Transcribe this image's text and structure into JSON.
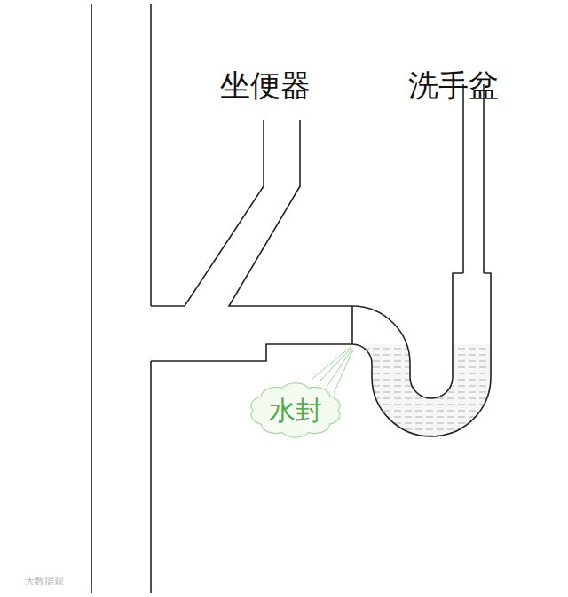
{
  "diagram": {
    "nodes": [
      {
        "text": [
          "水封"
        ]
      }
    ],
    "labels": [
      "坐便器",
      "洗手盆",
      "大数据观"
    ]
  }
}
